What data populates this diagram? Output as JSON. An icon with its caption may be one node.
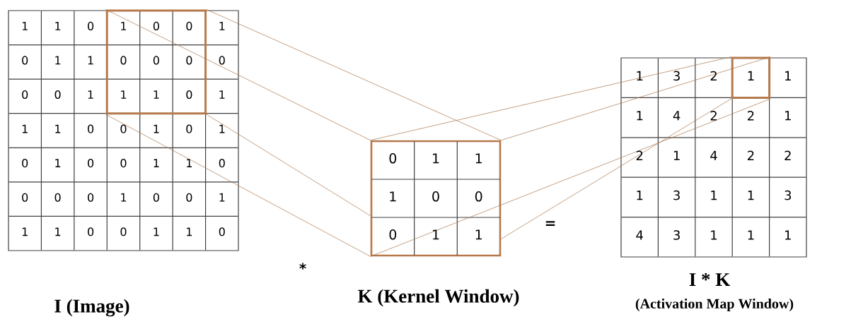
{
  "diagram": {
    "nodes": [
      {
        "text": [
          "I (Image)"
        ]
      },
      {
        "text": [],
        "shape": "box",
        "in": 0
      },
      {
        "text": [
          "K (Kernel Window)"
        ]
      },
      {
        "text": [
          "I * K",
          "(Activation Map Window)"
        ]
      },
      {
        "text": [],
        "shape": "box",
        "in": 3
      }
    ],
    "edges": [
      {
        "from": 1,
        "to": 2,
        "arrow": "none"
      },
      {
        "from": 1,
        "to": 2,
        "arrow": "none"
      },
      {
        "from": 1,
        "to": 2,
        "arrow": "none"
      },
      {
        "from": 1,
        "to": 2,
        "arrow": "none"
      },
      {
        "from": 2,
        "to": 4,
        "arrow": "none"
      },
      {
        "from": 2,
        "to": 4,
        "arrow": "none"
      },
      {
        "from": 2,
        "to": 4,
        "arrow": "none"
      },
      {
        "from": 2,
        "to": 4,
        "arrow": "none"
      }
    ],
    "labels": [
      "1",
      "1",
      "0",
      "1",
      "0",
      "0",
      "1",
      "0",
      "1",
      "1",
      "0",
      "0",
      "0",
      "0",
      "0",
      "0",
      "1",
      "1",
      "1",
      "0",
      "1",
      "1",
      "1",
      "0",
      "0",
      "1",
      "0",
      "1",
      "0",
      "1",
      "0",
      "0",
      "1",
      "1",
      "0",
      "0",
      "0",
      "0",
      "1",
      "0",
      "0",
      "1",
      "1",
      "1",
      "0",
      "0",
      "1",
      "1",
      "0",
      "0",
      "1",
      "1",
      "1",
      "0",
      "0",
      "0",
      "1",
      "1",
      "1",
      "3",
      "2",
      "1",
      "1",
      "1",
      "4",
      "2",
      "2",
      "1",
      "2",
      "1",
      "4",
      "2",
      "2",
      "1",
      "3",
      "1",
      "1",
      "3",
      "4",
      "3",
      "1",
      "1",
      "1",
      "*",
      "="
    ]
  }
}
